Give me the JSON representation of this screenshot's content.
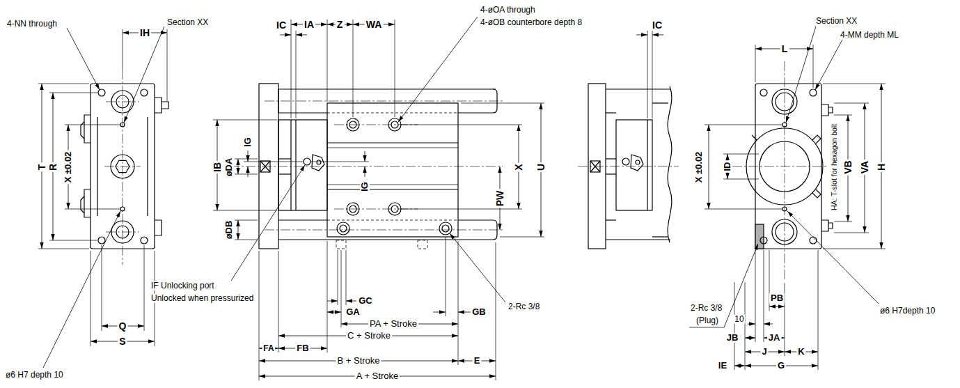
{
  "diagram": {
    "labels": [
      "4-NN through",
      "IH",
      "Section XX",
      "T",
      "R",
      "X ±0.02",
      "Q",
      "S",
      "ø6 H7 depth 10",
      "IA",
      "IC",
      "Z",
      "WA",
      "4-øOA through",
      "4-øOB counterbore depth 8",
      "IB",
      "IG",
      "øDA",
      "IG",
      "X",
      "U",
      "PW",
      "øDB",
      "2-Rc 3/8",
      "IF Unlocking port",
      "Unlocked when pressurized",
      "GC",
      "GA",
      "PA + Stroke",
      "GB",
      "C + Stroke",
      "FA",
      "FB",
      "B + Stroke",
      "E",
      "A + Stroke",
      "IC",
      "L",
      "Section XX",
      "4-MM depth ML",
      "X ±0.02",
      "ID",
      "VB",
      "VA",
      "H",
      "HA: T-slot for hexagon bolt",
      "2-Rc 3/8",
      "(Plug)",
      "ø6 H7depth 10",
      "PB",
      "10",
      "JB",
      "JA",
      "J",
      "K",
      "IE",
      "G"
    ]
  }
}
